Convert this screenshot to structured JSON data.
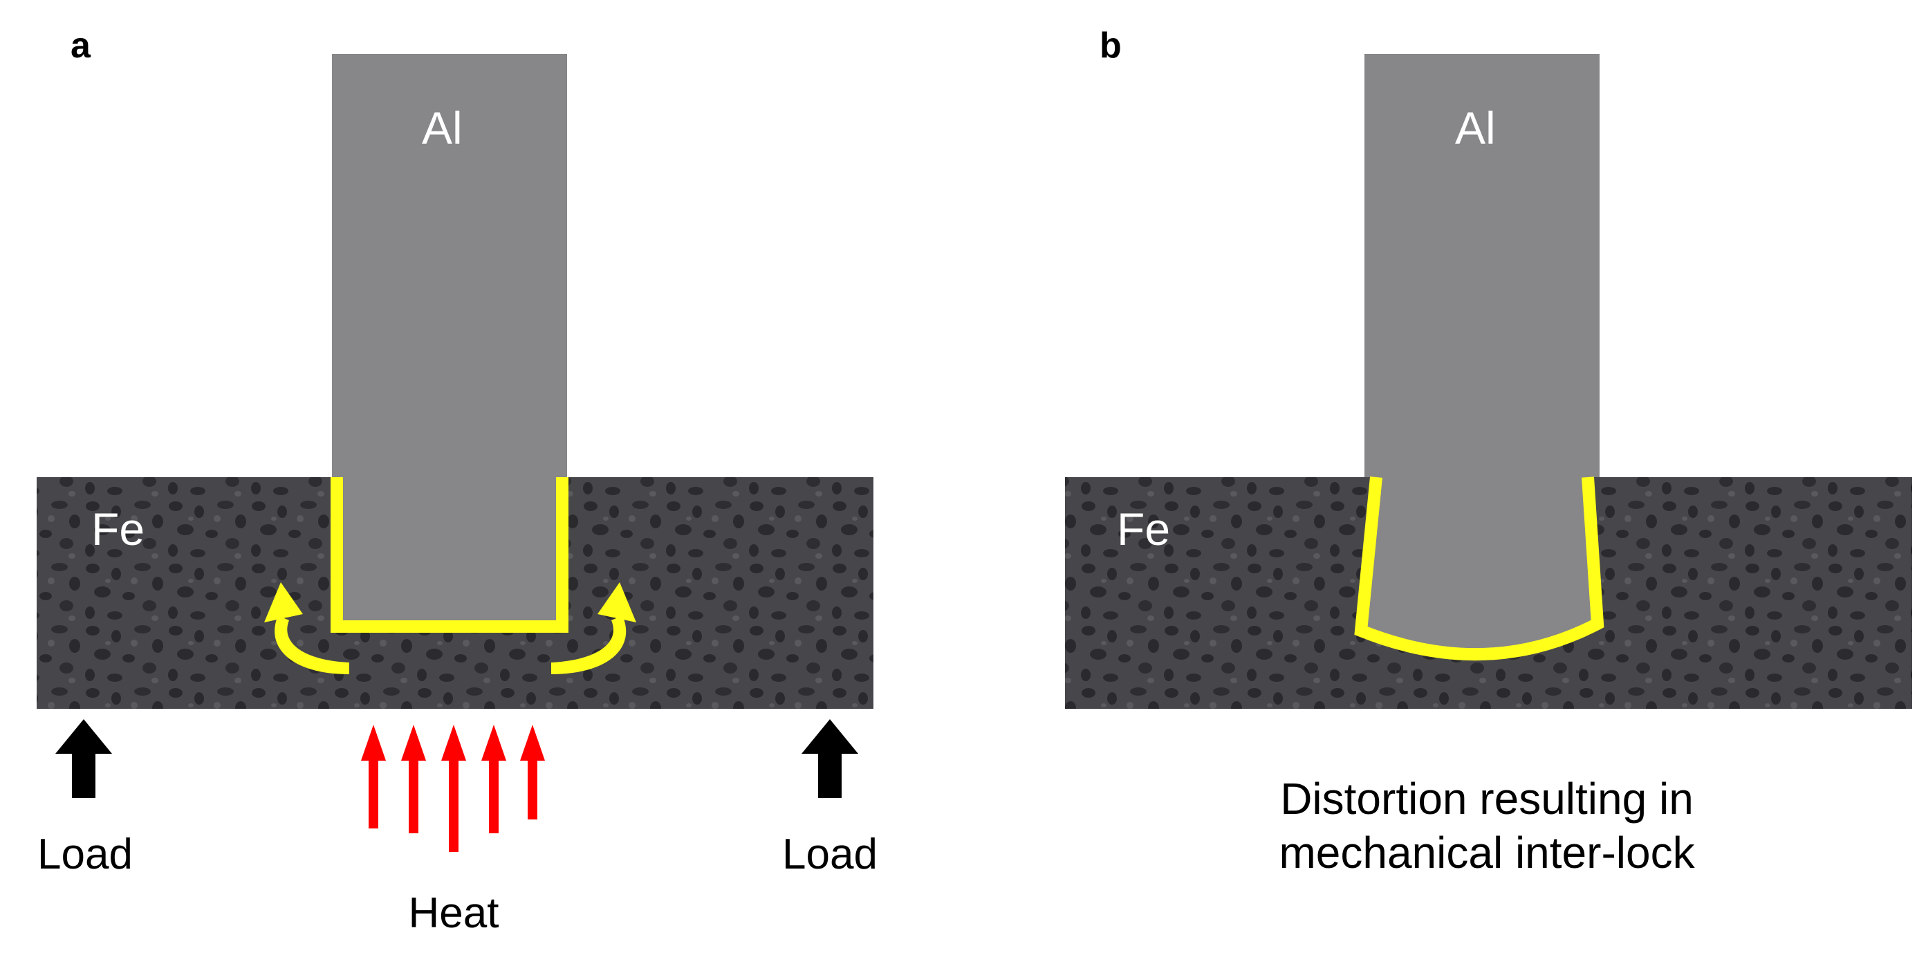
{
  "panel_a": {
    "label": "a",
    "top_material": "Al",
    "bottom_material": "Fe",
    "load_left": "Load",
    "load_right": "Load",
    "heat": "Heat"
  },
  "panel_b": {
    "label": "b",
    "top_material": "Al",
    "bottom_material": "Fe",
    "caption_line1": "Distortion resulting in",
    "caption_line2": "mechanical inter-lock"
  },
  "colors": {
    "aluminium": "#87878a",
    "iron": "#3b3b3f",
    "interface": "#ffff1a",
    "heat_arrow": "#ff0000",
    "load_arrow": "#000000"
  }
}
